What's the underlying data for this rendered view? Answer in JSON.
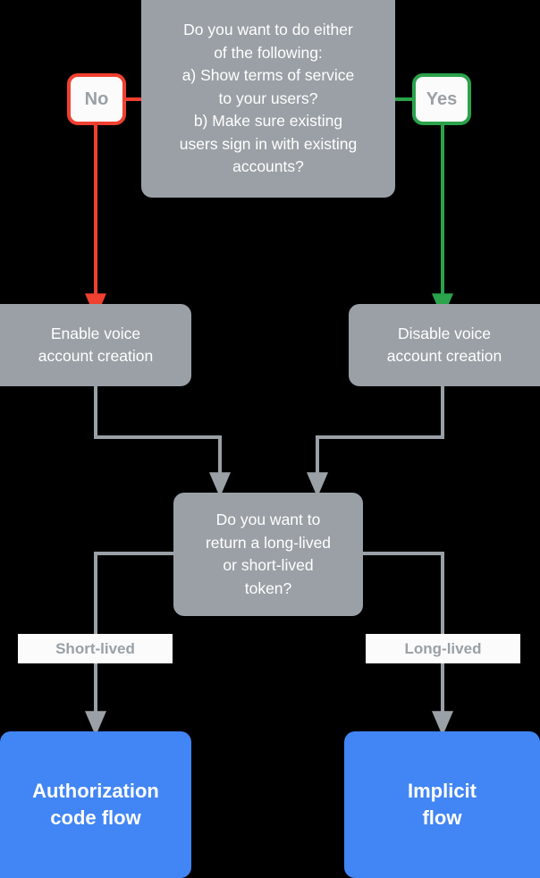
{
  "diagram": {
    "title": "Account linking flow decision chart",
    "background": "#000000",
    "colors": {
      "node_gray": "#9aa0a6",
      "terminal_blue": "#4285f4",
      "no_accent": "#f04030",
      "yes_accent": "#2ba24c",
      "connector_gray": "#9aa0a6",
      "node_text": "#ffffff",
      "pill_text": "#9aa0a6",
      "pill_fill": "#fbfbfb"
    }
  },
  "nodes": {
    "question_1": {
      "text": "Do you want to do either\nof the following:\na) Show terms of service\nto your users?\nb) Make sure existing\nusers sign in with existing\naccounts?",
      "type": "decision"
    },
    "answer_no": {
      "label": "No",
      "accent": "#f04030"
    },
    "answer_yes": {
      "label": "Yes",
      "accent": "#2ba24c"
    },
    "enable_voice": {
      "text": "Enable voice\naccount creation",
      "type": "process"
    },
    "disable_voice": {
      "text": "Disable voice\naccount creation",
      "type": "process"
    },
    "question_2": {
      "text": "Do you want to\nreturn a long-lived\nor short-lived\ntoken?",
      "type": "decision"
    },
    "label_short_lived": {
      "label": "Short-lived"
    },
    "label_long_lived": {
      "label": "Long-lived"
    },
    "authorization_code_flow": {
      "text": "Authorization\ncode flow",
      "type": "terminal"
    },
    "implicit_flow": {
      "text": "Implicit\nflow",
      "type": "terminal"
    }
  },
  "edges": [
    {
      "from": "question_1",
      "to": "answer_no",
      "label": "",
      "color": "#f04030"
    },
    {
      "from": "answer_no",
      "to": "enable_voice",
      "label": "",
      "color": "#f04030"
    },
    {
      "from": "question_1",
      "to": "answer_yes",
      "label": "",
      "color": "#2ba24c"
    },
    {
      "from": "answer_yes",
      "to": "disable_voice",
      "label": "",
      "color": "#2ba24c"
    },
    {
      "from": "enable_voice",
      "to": "question_2",
      "label": "",
      "color": "#9aa0a6"
    },
    {
      "from": "disable_voice",
      "to": "question_2",
      "label": "",
      "color": "#9aa0a6"
    },
    {
      "from": "question_2",
      "to": "authorization_code_flow",
      "label": "Short-lived",
      "color": "#9aa0a6"
    },
    {
      "from": "question_2",
      "to": "implicit_flow",
      "label": "Long-lived",
      "color": "#9aa0a6"
    }
  ]
}
